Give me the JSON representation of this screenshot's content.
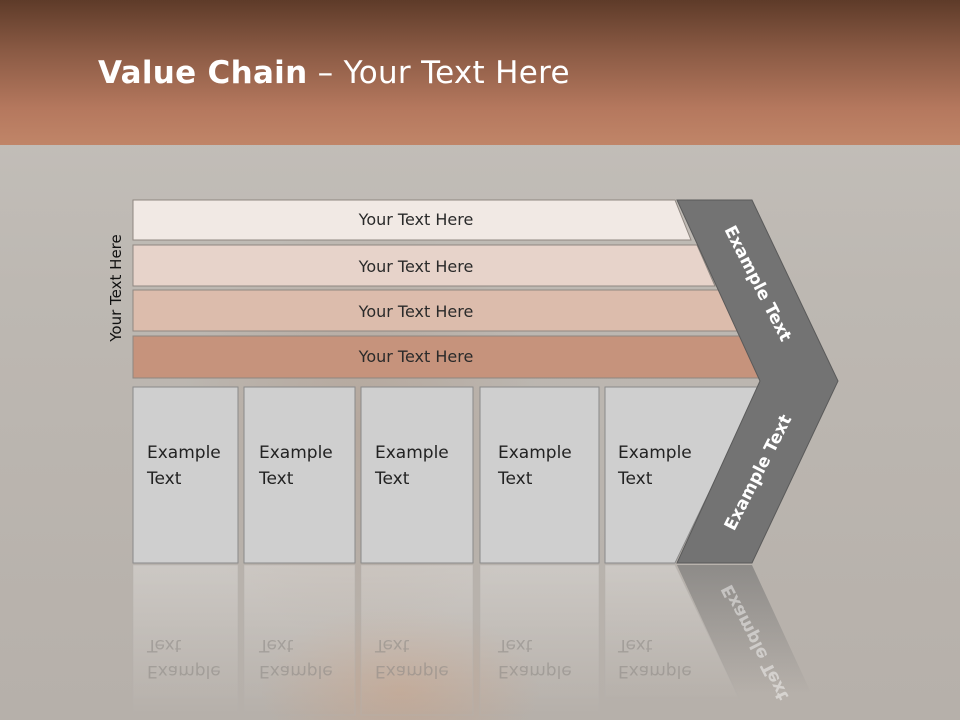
{
  "title": {
    "bold": "Value Chain",
    "rest": " – Your Text Here"
  },
  "side_label": "Your Text Here",
  "bands": [
    {
      "label": "Your Text Here",
      "color": "#f1e9e4"
    },
    {
      "label": "Your Text Here",
      "color": "#e7d3ca"
    },
    {
      "label": "Your Text Here",
      "color": "#dcbcac"
    },
    {
      "label": "Your Text Here",
      "color": "#c6937c"
    }
  ],
  "columns": [
    {
      "line1": "Example",
      "line2": "Text"
    },
    {
      "line1": "Example",
      "line2": "Text"
    },
    {
      "line1": "Example",
      "line2": "Text"
    },
    {
      "line1": "Example",
      "line2": "Text"
    },
    {
      "line1": "Example",
      "line2": "Text"
    }
  ],
  "arrow": {
    "upper_text": "Example Text",
    "lower_text": "Example Text",
    "color": "#737373"
  }
}
